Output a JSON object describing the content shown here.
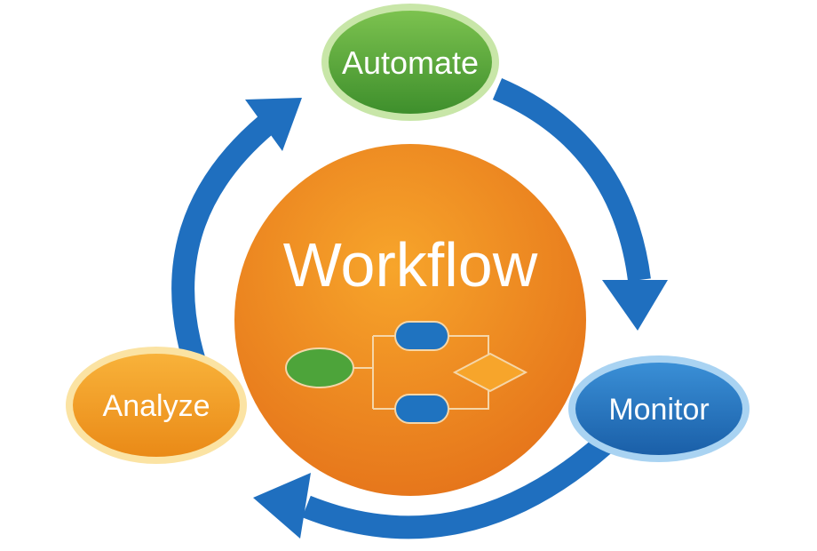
{
  "diagram": {
    "center": {
      "title": "Workflow",
      "color_top": "#f7a52b",
      "color_bottom": "#e5731a"
    },
    "nodes": {
      "automate": {
        "label": "Automate",
        "fill": "#4da43a",
        "ring": "#c8e6a8"
      },
      "monitor": {
        "label": "Monitor",
        "fill": "#1f73c0",
        "ring": "#a9d3f2"
      },
      "analyze": {
        "label": "Analyze",
        "fill": "#f29a22",
        "ring": "#fbe3a3"
      }
    },
    "arrow_color": "#1f6fbf",
    "flowchart": {
      "start_color": "#4da43a",
      "process_color": "#1f73c0",
      "decision_color": "#f7a52b",
      "line_color": "#f5d6a8"
    }
  }
}
